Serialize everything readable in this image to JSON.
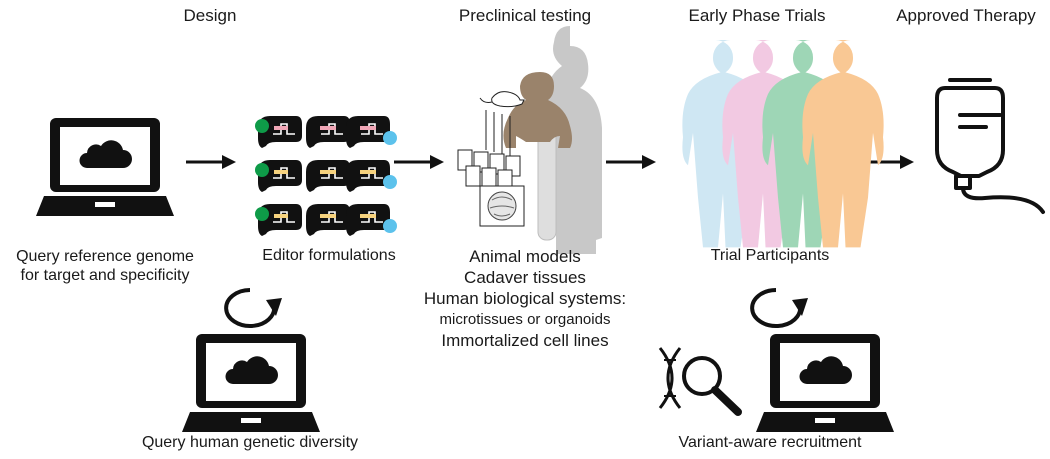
{
  "stages": {
    "design": "Design",
    "preclinical": "Preclinical testing",
    "early_phase": "Early Phase Trials",
    "approved": "Approved Therapy"
  },
  "labels": {
    "query_reference_line1": "Query reference genome",
    "query_reference_line2": "for target and specificity",
    "editor_formulations": "Editor formulations",
    "trial_participants": "Trial Participants",
    "query_diversity": "Query human genetic diversity",
    "variant_recruitment": "Variant-aware recruitment"
  },
  "preclinical_models": [
    "Animal models",
    "Cadaver tissues",
    "Human biological systems:",
    "microtissues or organoids",
    "Immortalized cell lines"
  ],
  "colors": {
    "participant_1": "#cfe7f3",
    "participant_2": "#f2c9e2",
    "participant_3": "#9ed6b6",
    "participant_4": "#f9c894",
    "primate": "#9a836b",
    "human_silhouette": "#c8c8c8",
    "dot_green": "#0e9b48",
    "dot_blue": "#5cc2ec",
    "bar_pink": "#f0a6b6",
    "bar_yellow": "#f6d27e"
  },
  "icons": {
    "laptop": "laptop-cloud-icon",
    "cycle": "cycle-arrow-icon",
    "iv_bag": "iv-bag-icon",
    "dna": "dna-magnifier-icon"
  }
}
